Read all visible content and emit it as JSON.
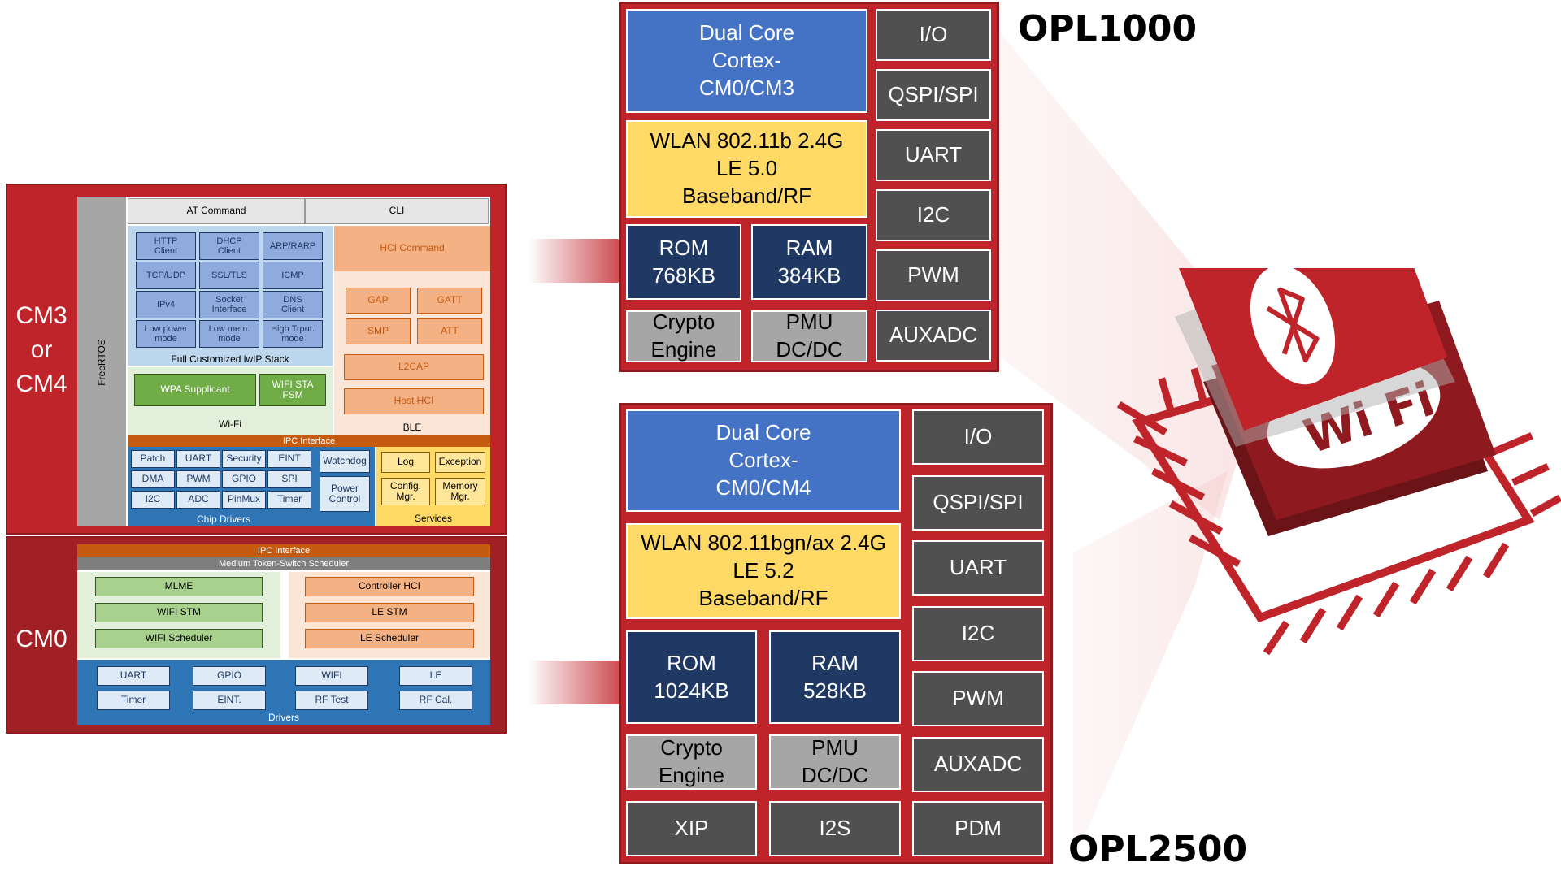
{
  "software_stack": {
    "cm3_label": "CM3\nor\nCM4",
    "cm0_label": "CM0",
    "freertos": "FreeRTOS",
    "at_command": "AT Command",
    "cli": "CLI",
    "net_cells": [
      "HTTP\nClient",
      "DHCP\nClient",
      "ARP/RARP",
      "TCP/UDP",
      "SSL/TLS",
      "ICMP",
      "IPv4",
      "Socket\nInterface",
      "DNS\nClient",
      "Low power\nmode",
      "Low mem.\nmode",
      "High Trput.\nmode"
    ],
    "lwip_label": "Full Customized lwIP Stack",
    "wpa": "WPA Supplicant",
    "wifi_sta_fsm": "WIFI STA\nFSM",
    "wifi_label": "Wi-Fi",
    "hci_command": "HCI Command",
    "gap": "GAP",
    "gatt": "GATT",
    "smp": "SMP",
    "att": "ATT",
    "l2cap": "L2CAP",
    "host_hci": "Host HCI",
    "ble_label": "BLE",
    "ipc_interface_1": "IPC Interface",
    "driver_cells": [
      "Patch",
      "UART",
      "Security",
      "EINT",
      "DMA",
      "PWM",
      "GPIO",
      "SPI",
      "I2C",
      "ADC",
      "PinMux",
      "Timer"
    ],
    "watchdog": "Watchdog",
    "power_control": "Power\nControl",
    "chip_drivers_label": "Chip Drivers",
    "log": "Log",
    "exception": "Exception",
    "config_mgr": "Config.\nMgr.",
    "memory_mgr": "Memory\nMgr.",
    "services_label": "Services",
    "ipc_interface_2": "IPC Interface",
    "scheduler": "Medium Token-Switch Scheduler",
    "mlme": "MLME",
    "wifi_stm": "WIFI STM",
    "wifi_scheduler": "WIFI Scheduler",
    "controller_hci": "Controller HCI",
    "le_stm": "LE STM",
    "le_scheduler": "LE Scheduler",
    "cm0_drivers": [
      "UART",
      "GPIO",
      "WIFI",
      "LE",
      "Timer",
      "EINT.",
      "RF Test",
      "RF Cal."
    ],
    "drivers_label": "Drivers"
  },
  "opl1000": {
    "title": "OPL1000",
    "cpu": "Dual Core\nCortex-\nCM0/CM3",
    "wlan": "WLAN 802.11b 2.4G\nLE 5.0\nBaseband/RF",
    "rom": "ROM\n768KB",
    "ram": "RAM\n384KB",
    "crypto": "Crypto\nEngine",
    "pmu": "PMU\nDC/DC",
    "io": [
      "I/O",
      "QSPI/SPI",
      "UART",
      "I2C",
      "PWM",
      "AUXADC"
    ]
  },
  "opl2500": {
    "title": "OPL2500",
    "cpu": "Dual Core\nCortex-\nCM0/CM4",
    "wlan": "WLAN 802.11bgn/ax 2.4G\nLE 5.2\nBaseband/RF",
    "rom": "ROM\n1024KB",
    "ram": "RAM\n528KB",
    "crypto": "Crypto\nEngine",
    "pmu": "PMU\nDC/DC",
    "xip": "XIP",
    "i2s": "I2S",
    "pdm": "PDM",
    "io": [
      "I/O",
      "QSPI/SPI",
      "UART",
      "I2C",
      "PWM",
      "AUXADC"
    ]
  },
  "colors": {
    "red": "#c0242b",
    "blue": "#4472c4",
    "yellow": "#ffd966",
    "navy": "#1f3864",
    "gray": "#505050"
  },
  "icons": [
    "bluetooth-icon",
    "wifi-logo-icon",
    "chip-icon"
  ],
  "logo_text": "Wi Fi"
}
